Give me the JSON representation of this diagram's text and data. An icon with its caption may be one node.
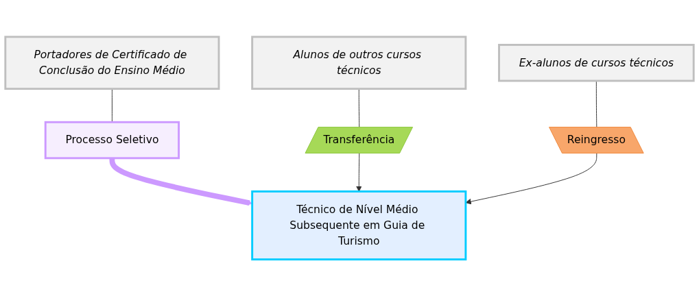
{
  "diagram": {
    "nodes": [
      {
        "text": [
          "Portadores de Certificado de Conclusão do Ensino Médio"
        ]
      },
      {
        "text": [
          "Processo Seletivo"
        ]
      },
      {
        "text": [
          "Técnico de Nível Médio Subsequente em Guia de Turismo"
        ]
      },
      {
        "text": [
          "Alunos de outros cursos técnicos"
        ]
      },
      {
        "text": [
          "Transferência"
        ]
      },
      {
        "text": [
          "Ex-alunos de cursos técnicos"
        ]
      },
      {
        "text": [
          "Reingresso"
        ]
      }
    ],
    "edges": [
      {
        "from": 0,
        "to": 1,
        "arrow": "none"
      },
      {
        "from": 1,
        "to": 2,
        "arrow": "to",
        "style": "thick",
        "color": "#cc99ff"
      },
      {
        "from": 3,
        "to": 4,
        "arrow": "none"
      },
      {
        "from": 4,
        "to": 2,
        "arrow": "to"
      },
      {
        "from": 5,
        "to": 6,
        "arrow": "none"
      },
      {
        "from": 6,
        "to": 2,
        "arrow": "to"
      }
    ]
  }
}
